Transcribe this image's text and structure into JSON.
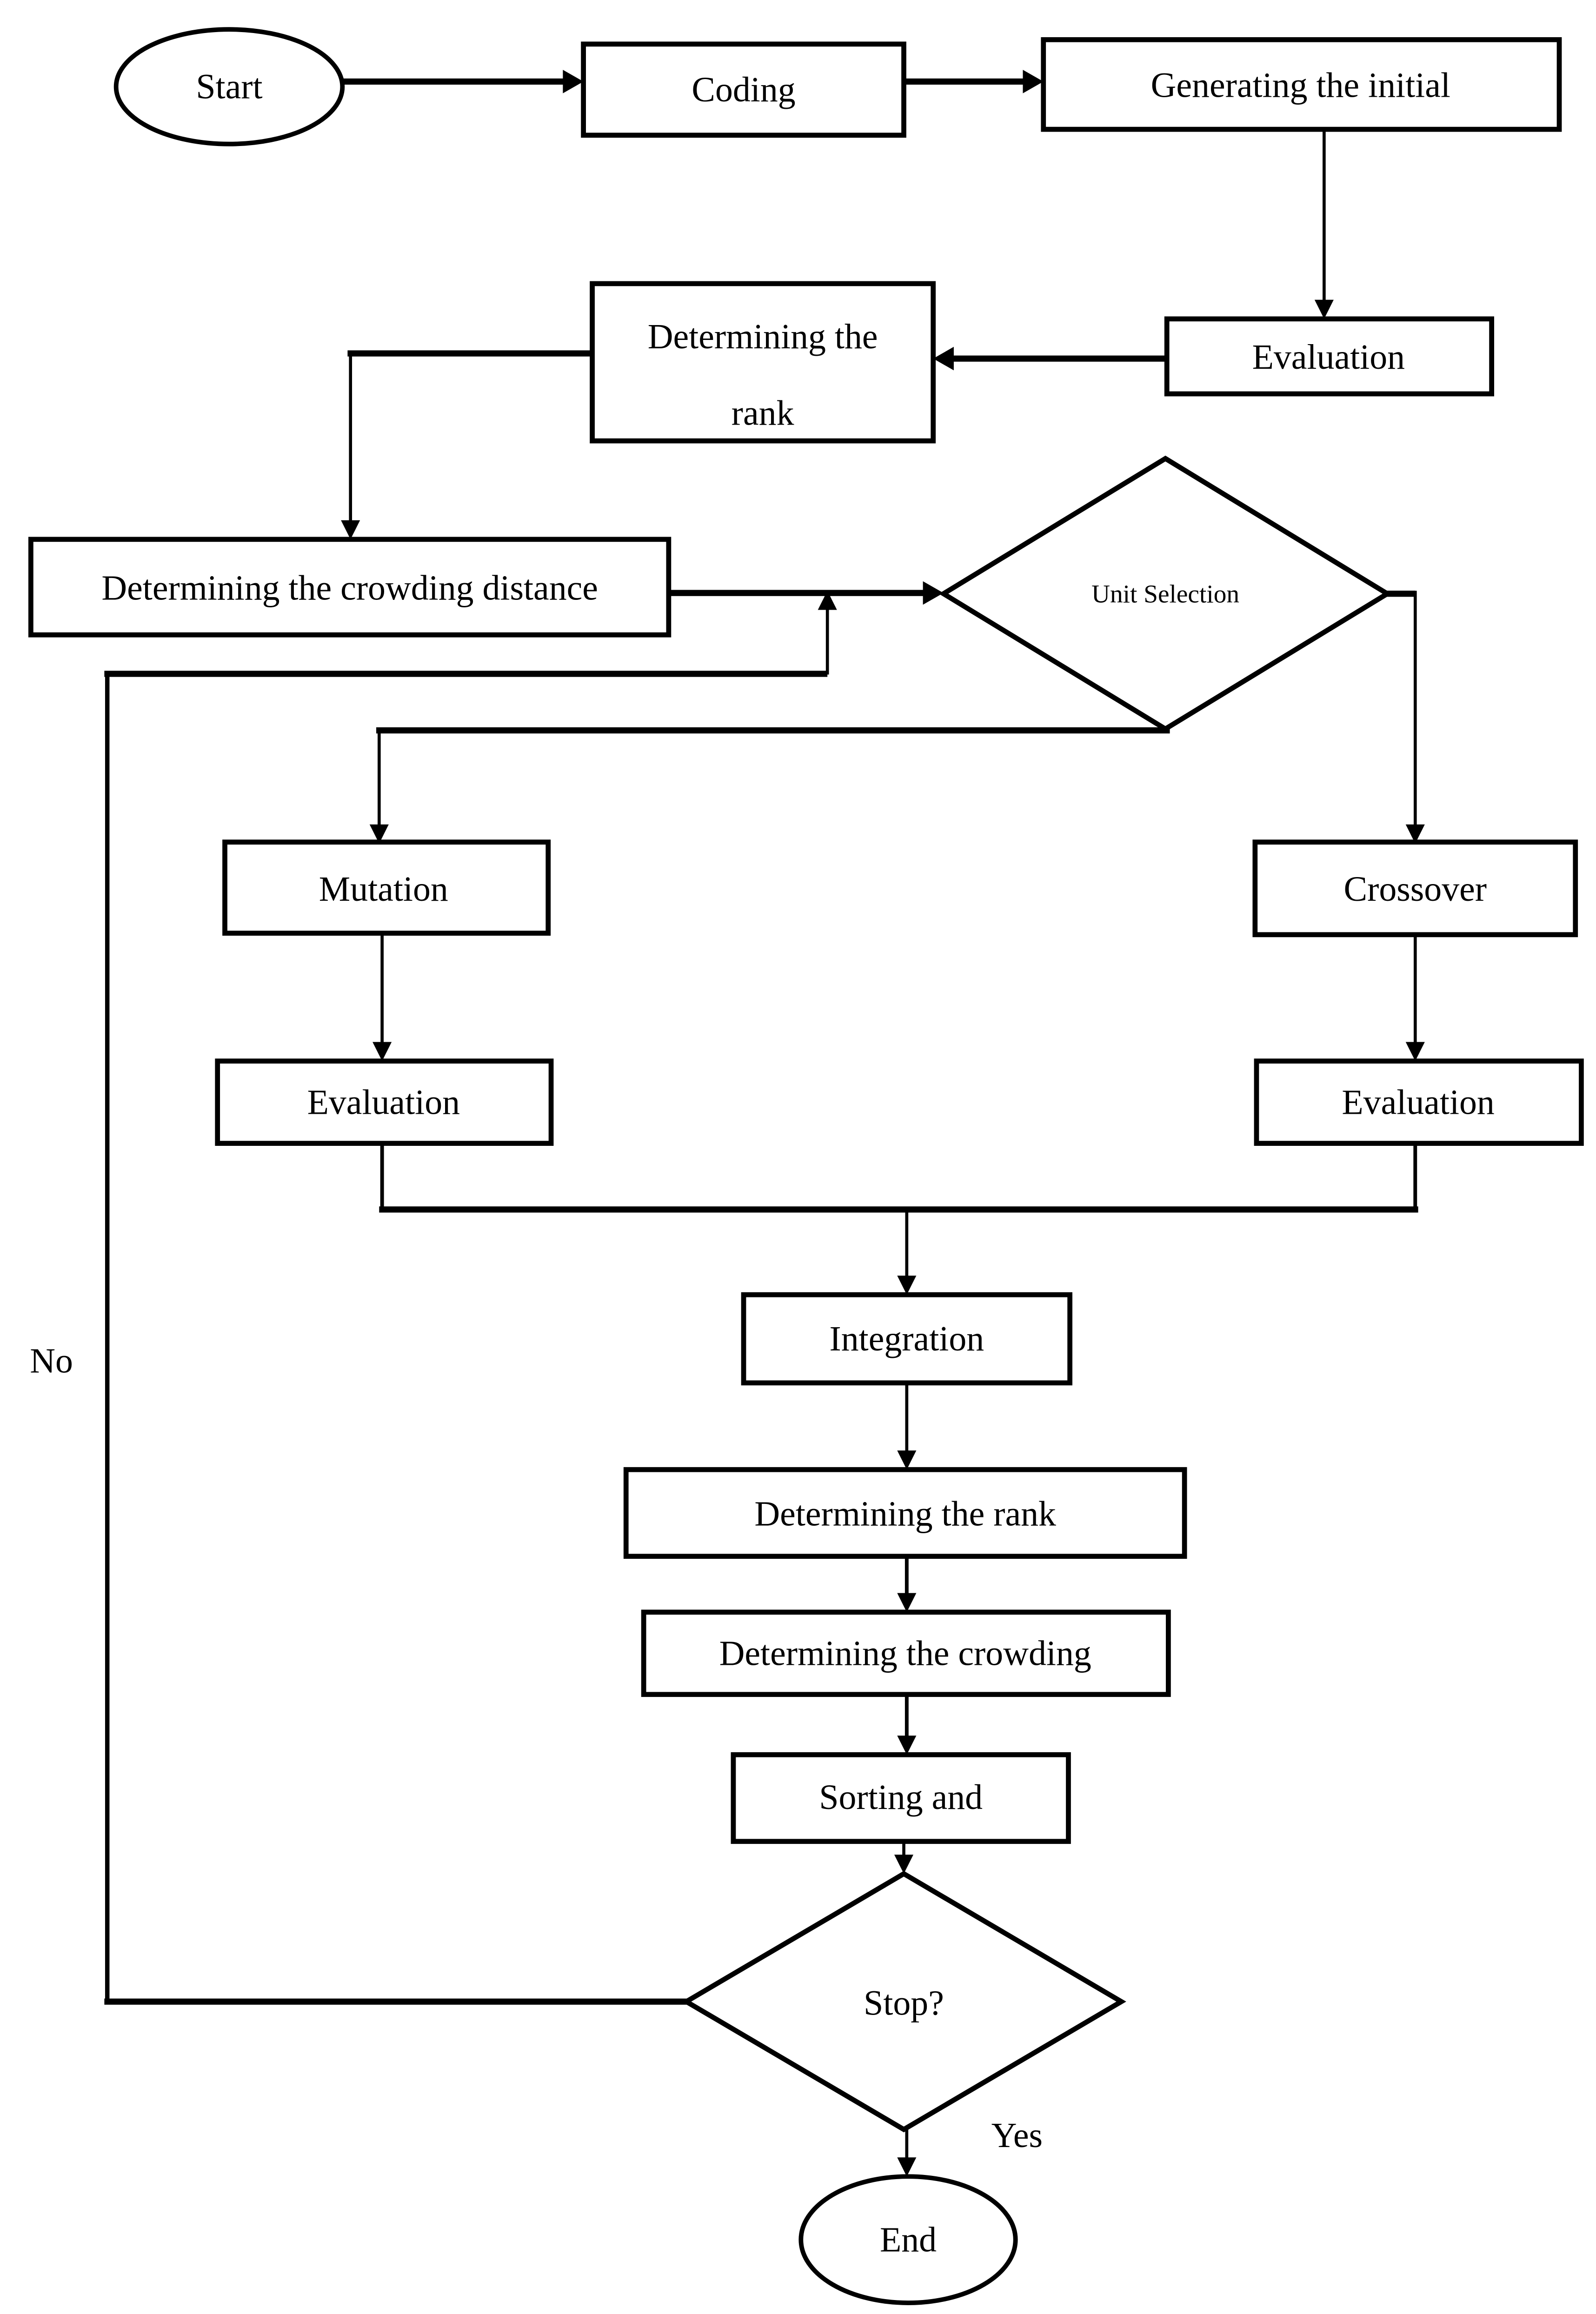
{
  "flowchart": {
    "nodes": {
      "start": "Start",
      "coding": "Coding",
      "generating_initial": "Generating the initial",
      "evaluation_top": "Evaluation",
      "determining_rank_top_line1": "Determining the",
      "determining_rank_top_line2": "rank",
      "determining_crowding_distance": "Determining the crowding distance",
      "unit_selection": "Unit Selection",
      "mutation": "Mutation",
      "crossover": "Crossover",
      "evaluation_after_mutation": "Evaluation",
      "evaluation_after_crossover": "Evaluation",
      "integration": "Integration",
      "determining_rank_bottom": "Determining the rank",
      "determining_crowding_bottom": "Determining the crowding",
      "sorting": "Sorting and",
      "stop": "Stop?",
      "end": "End"
    },
    "branch_labels": {
      "no": "No",
      "yes": "Yes"
    },
    "colors": {
      "ink": "#000000",
      "paper": "#ffffff"
    }
  }
}
